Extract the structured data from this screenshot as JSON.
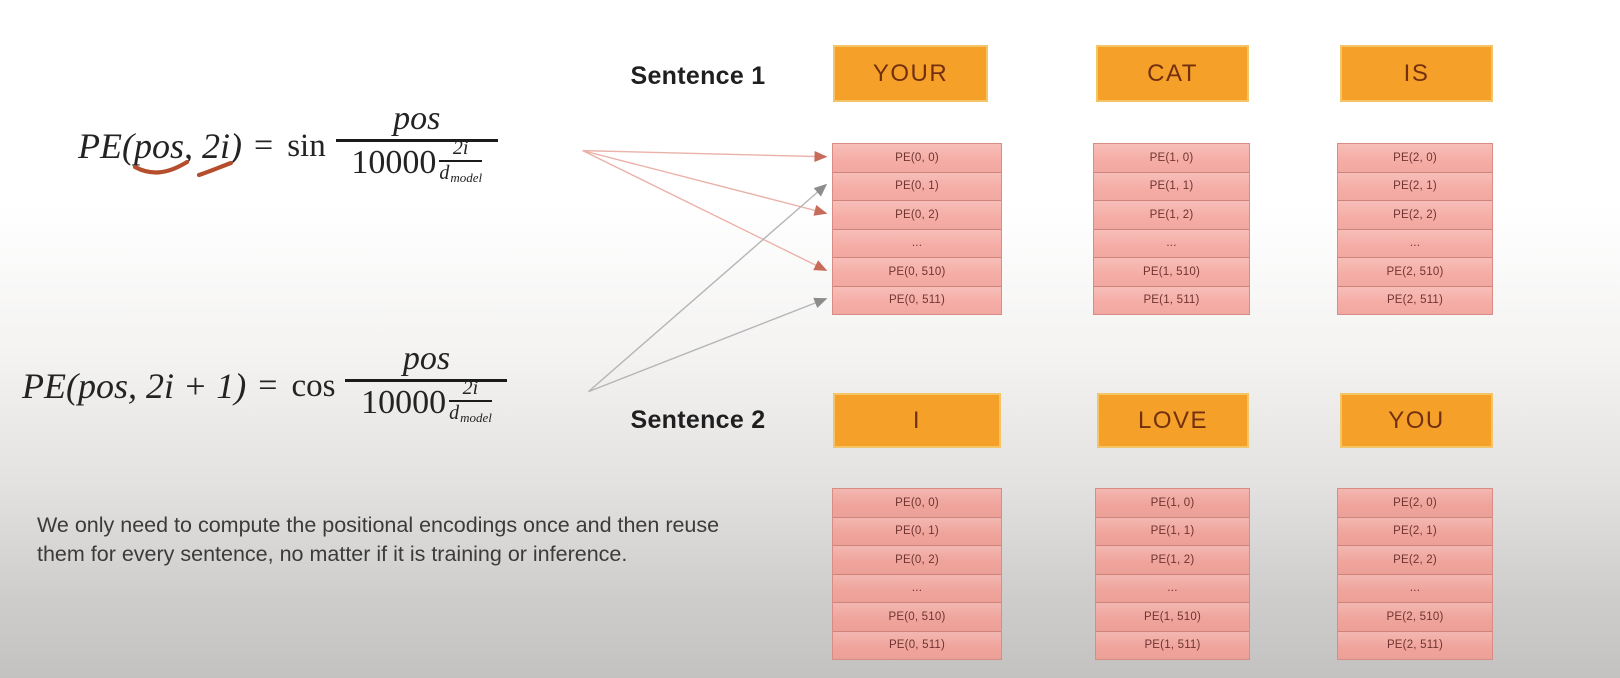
{
  "formula_sin": {
    "lhs_prefix": "PE(",
    "lhs_pos": "pos",
    "lhs_comma": ", ",
    "lhs_arg": "2i",
    "lhs_suffix": ")",
    "equals": "=",
    "func": "sin",
    "frac_num": "pos",
    "frac_den_base": "10000",
    "exp_num": "2i",
    "exp_den_main": "d",
    "exp_den_sub": "model"
  },
  "formula_cos": {
    "lhs": "PE(pos, 2i + 1)",
    "equals": "=",
    "func": "cos",
    "frac_num": "pos",
    "frac_den_base": "10000",
    "exp_num": "2i",
    "exp_den_main": "d",
    "exp_den_sub": "model"
  },
  "sentence1": {
    "label": "Sentence 1",
    "words": [
      "YOUR",
      "CAT",
      "IS"
    ]
  },
  "sentence2": {
    "label": "Sentence 2",
    "words": [
      "I",
      "LOVE",
      "YOU"
    ]
  },
  "pe_columns": [
    [
      "PE(0, 0)",
      "PE(0, 1)",
      "PE(0, 2)",
      "...",
      "PE(0, 510)",
      "PE(0, 511)"
    ],
    [
      "PE(1, 0)",
      "PE(1, 1)",
      "PE(1, 2)",
      "...",
      "PE(1, 510)",
      "PE(1, 511)"
    ],
    [
      "PE(2, 0)",
      "PE(2, 1)",
      "PE(2, 2)",
      "...",
      "PE(2, 510)",
      "PE(2, 511)"
    ]
  ],
  "note": "We only need to compute the positional encodings once and then reuse them for every sentence, no matter if it is training or inference.",
  "arrows": [
    {
      "from": "sin",
      "to_row": 0
    },
    {
      "from": "sin",
      "to_row": 2
    },
    {
      "from": "sin",
      "to_row": 4
    },
    {
      "from": "cos",
      "to_row": 1
    },
    {
      "from": "cos",
      "to_row": 5
    }
  ],
  "colors": {
    "word_box_fill": "#F5A028",
    "word_box_border": "#F3C567",
    "word_text": "#72300F",
    "table_fill_top": "#F5ACA5",
    "table_fill_bottom": "#EFA39B",
    "table_border": "#D98C83",
    "table_sep": "#D0837B",
    "table_text": "#6F3431",
    "sin_arrow_line": "#EAB2AA",
    "sin_arrow_head": "#C76B5B",
    "cos_arrow_line": "#B5B5B5",
    "cos_arrow_head": "#8C8C8C",
    "annotation": "#B44E2C"
  }
}
